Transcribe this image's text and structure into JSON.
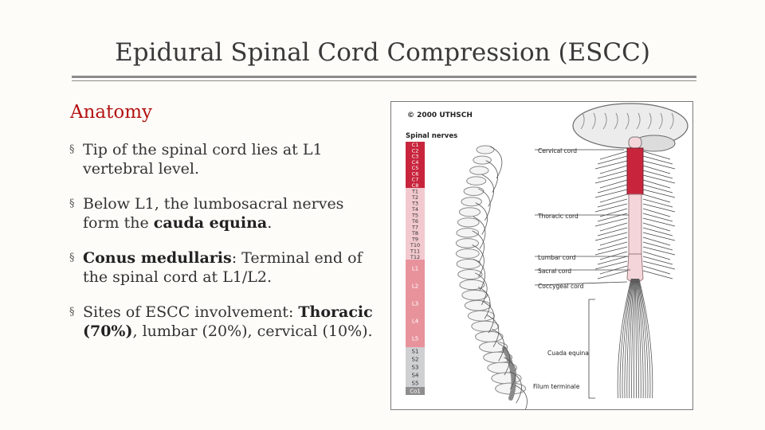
{
  "slide": {
    "title": "Epidural Spinal Cord Compression (ESCC)",
    "section": "Anatomy",
    "bullets": [
      {
        "parts": [
          {
            "t": "Tip of the spinal cord lies at L1 vertebral level.",
            "b": false
          }
        ]
      },
      {
        "parts": [
          {
            "t": "Below L1, the lumbosacral nerves form the ",
            "b": false
          },
          {
            "t": "cauda equina",
            "b": true
          },
          {
            "t": ".",
            "b": false
          }
        ]
      },
      {
        "parts": [
          {
            "t": "Conus medullaris",
            "b": true
          },
          {
            "t": ": Terminal end of the spinal cord at L1/L2.",
            "b": false
          }
        ]
      },
      {
        "parts": [
          {
            "t": "Sites of ESCC involvement: ",
            "b": false
          },
          {
            "t": "Thoracic (70%)",
            "b": true
          },
          {
            "t": ", lumbar (20%), cervical (10%).",
            "b": false
          }
        ]
      }
    ]
  },
  "figure": {
    "copyright": "© 2000 UTHSCH",
    "column_title": "Spinal nerves",
    "nerve_groups": [
      {
        "color": "#c8253d",
        "text_color": "#ffffff",
        "labels": [
          "C1",
          "C2",
          "C3",
          "C4",
          "C5",
          "C6",
          "C7",
          "C8"
        ]
      },
      {
        "color": "#f2c9cf",
        "text_color": "#333333",
        "labels": [
          "T1",
          "T2",
          "T3",
          "T4",
          "T5",
          "T6",
          "T7",
          "T8",
          "T9",
          "T10",
          "T11",
          "T12"
        ]
      },
      {
        "color": "#e8939c",
        "text_color": "#ffffff",
        "labels": [
          "L1",
          "L2",
          "L3",
          "L4",
          "L5"
        ]
      },
      {
        "color": "#cfd0d2",
        "text_color": "#333333",
        "labels": [
          "S1",
          "S2",
          "S3",
          "S4",
          "S5"
        ]
      },
      {
        "color": "#8e8e8e",
        "text_color": "#ffffff",
        "labels": [
          "Co1"
        ]
      }
    ],
    "labels": {
      "cervical_cord": "Cervical cord",
      "thoracic_cord": "Thoracic cord",
      "lumbar_cord": "Lumbar cord",
      "sacral_cord": "Sacral cord",
      "coccygeal_cord": "Coccygeal cord",
      "cauda_equina": "Cuada equina",
      "filum_terminale": "Filum terminale"
    }
  },
  "colors": {
    "title": "#3a3a3a",
    "section": "#b41313",
    "cervical": "#c8253d",
    "cord_light": "#f4d6da"
  }
}
